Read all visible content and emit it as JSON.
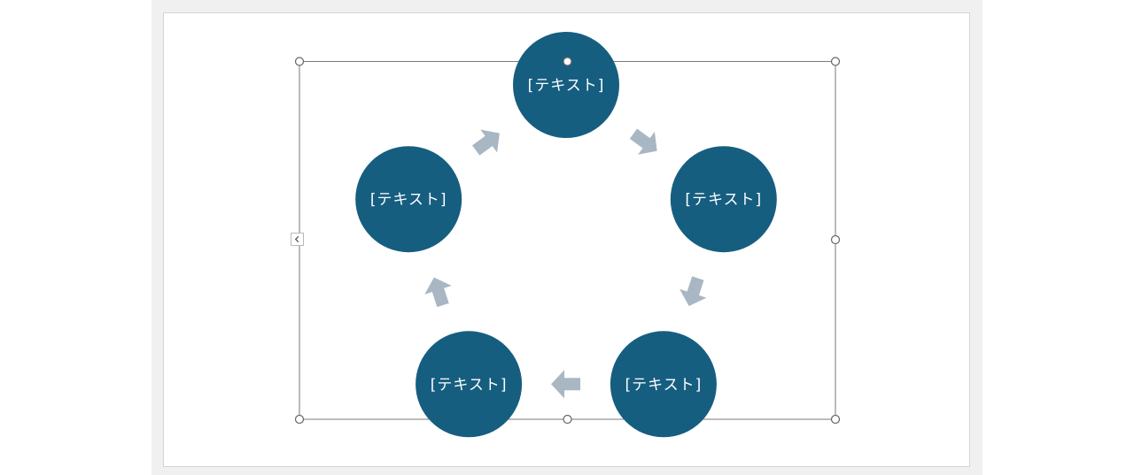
{
  "colors": {
    "node_fill": "#165e80",
    "arrow_fill": "#a9b6c3",
    "selection_border": "#7a7a7a",
    "workspace_bg": "#f0f0f0",
    "slide_bg": "#ffffff"
  },
  "diagram": {
    "layout": "basic-cycle",
    "nodes": [
      {
        "label": "[テキスト]"
      },
      {
        "label": "[テキスト]"
      },
      {
        "label": "[テキスト]"
      },
      {
        "label": "[テキスト]"
      },
      {
        "label": "[テキスト]"
      }
    ],
    "edges": [
      {
        "from": 0,
        "to": 1
      },
      {
        "from": 1,
        "to": 2
      },
      {
        "from": 2,
        "to": 3
      },
      {
        "from": 3,
        "to": 4
      },
      {
        "from": 4,
        "to": 0
      }
    ]
  },
  "text_pane_toggle": {
    "icon": "chevron-left-icon"
  }
}
